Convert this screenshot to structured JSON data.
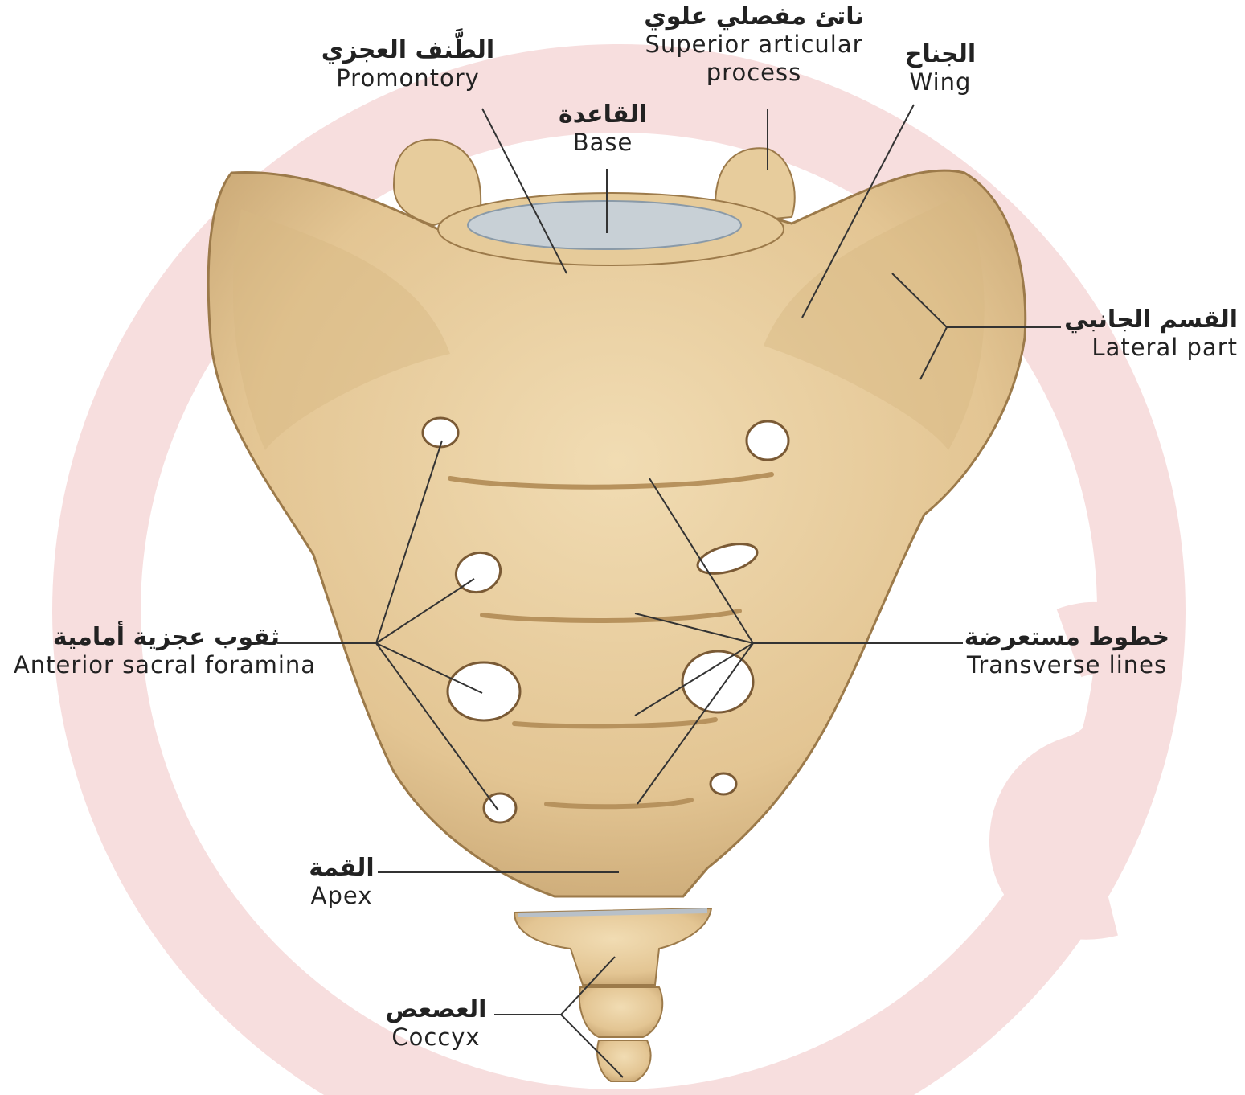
{
  "labels": {
    "promontory": {
      "ar": "الطَّنف العجزي",
      "en": "Promontory"
    },
    "base": {
      "ar": "القاعدة",
      "en": "Base"
    },
    "superior_articular_process": {
      "ar": "ناتئ مفصلي علوي",
      "en_line1": "Superior articular",
      "en_line2": "process"
    },
    "wing": {
      "ar": "الجناح",
      "en": "Wing"
    },
    "lateral_part": {
      "ar": "القسم الجانبي",
      "en": "Lateral part"
    },
    "anterior_sacral_foramina": {
      "ar": "ثقوب عجزية أمامية",
      "en": "Anterior sacral foramina"
    },
    "transverse_lines": {
      "ar": "خطوط مستعرضة",
      "en": "Transverse lines"
    },
    "apex": {
      "ar": "القمة",
      "en": "Apex"
    },
    "coccyx": {
      "ar": "العصعص",
      "en": "Coccyx"
    }
  },
  "colors": {
    "bone": "#ead1a4",
    "bone_shadow": "#c9a774",
    "bone_dark": "#9c7a4a",
    "disc": "#c5ccd3",
    "watermark": "#f6dcdc",
    "leader": "#333333"
  }
}
